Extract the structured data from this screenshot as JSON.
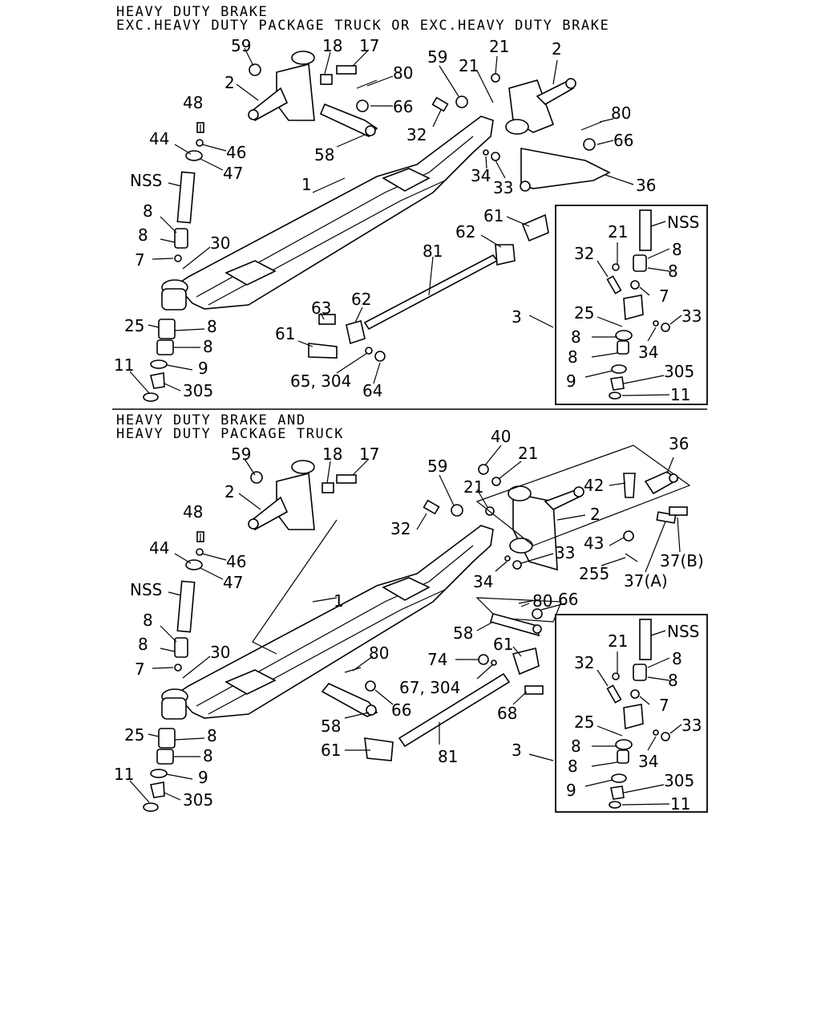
{
  "section1": {
    "title_line1": "HEAVY DUTY BRAKE",
    "title_line2": "EXC.HEAVY DUTY PACKAGE TRUCK OR EXC.HEAVY DUTY BRAKE"
  },
  "section2": {
    "title_line1": "HEAVY DUTY BRAKE AND",
    "title_line2": "HEAVY DUTY PACKAGE TRUCK"
  },
  "callouts": {
    "p1": "1",
    "p2": "2",
    "p3": "3",
    "p7": "7",
    "p8": "8",
    "p9": "9",
    "p11": "11",
    "p17": "17",
    "p18": "18",
    "p21": "21",
    "p25": "25",
    "p30": "30",
    "p32": "32",
    "p33": "33",
    "p34": "34",
    "p36": "36",
    "p37a": "37(A)",
    "p37b": "37(B)",
    "p40": "40",
    "p42": "42",
    "p43": "43",
    "p44": "44",
    "p46": "46",
    "p47": "47",
    "p48": "48",
    "p58": "58",
    "p59": "59",
    "p61": "61",
    "p62": "62",
    "p63": "63",
    "p64": "64",
    "p65_304": "65, 304",
    "p66": "66",
    "p67_304": "67, 304",
    "p68": "68",
    "p74": "74",
    "p80": "80",
    "p81": "81",
    "p255": "255",
    "p305": "305",
    "nss": "NSS"
  }
}
